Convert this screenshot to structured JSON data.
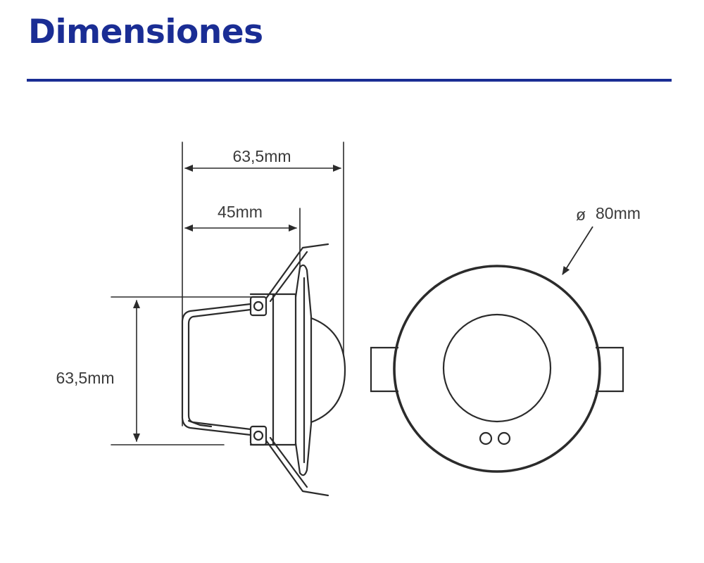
{
  "title": "Dimensiones",
  "colors": {
    "brand_blue": "#1a2d94",
    "line": "#2b2b2b",
    "text": "#3b3b3b"
  },
  "dimensions": {
    "overall_width": "63,5mm",
    "body_depth": "45mm",
    "height": "63,5mm",
    "diameter": "80mm",
    "diameter_symbol": "ø"
  },
  "views": [
    "side-view",
    "front-view"
  ]
}
